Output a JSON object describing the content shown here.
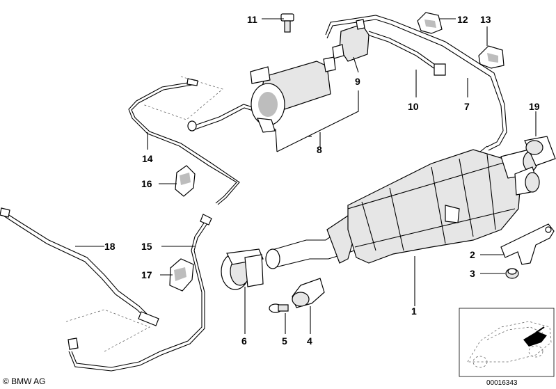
{
  "callouts": {
    "c1": "1",
    "c2": "2",
    "c3": "3",
    "c4": "4",
    "c5": "5",
    "c6": "6",
    "c7": "7",
    "c8": "8",
    "c9": "9",
    "c10": "10",
    "c11": "11",
    "c12": "12",
    "c13": "13",
    "c14": "14",
    "c15": "15",
    "c16": "16",
    "c17": "17",
    "c18": "18",
    "c19": "19"
  },
  "footer": {
    "brand": "© BMW AG",
    "diagram_id": "00016343"
  }
}
